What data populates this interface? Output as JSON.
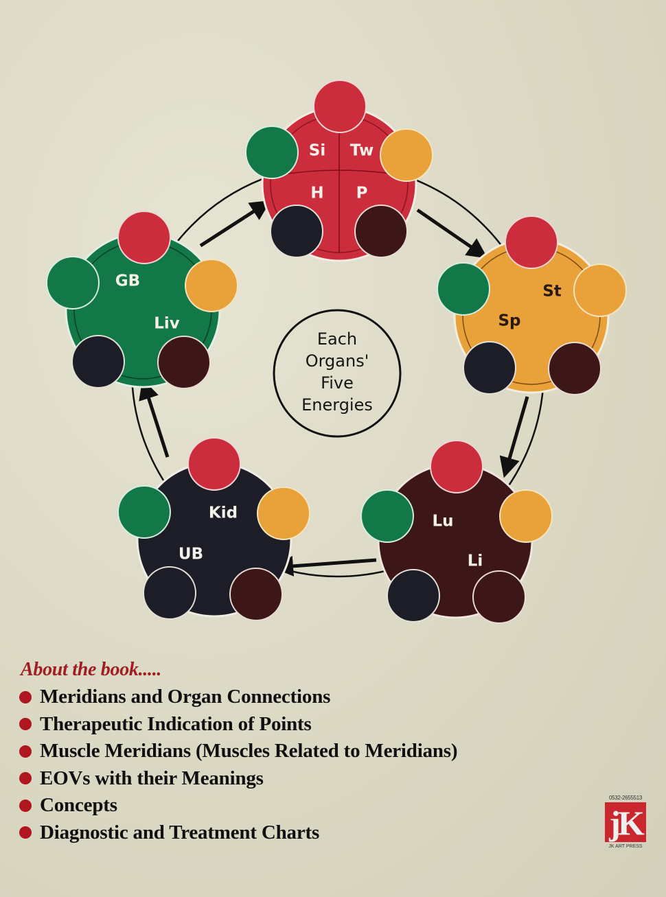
{
  "colors": {
    "background": "#dedcc8",
    "fire_red": "#cc2d3c",
    "earth_orange": "#e9a23a",
    "wood_green": "#137847",
    "water_black": "#1c1d26",
    "metal_maroon": "#3d1718",
    "accent_red_text": "#a11d24"
  },
  "diagram": {
    "center": {
      "lines": [
        "Each",
        "Organs'",
        "Five",
        "Energies"
      ]
    },
    "energy_dot_order": [
      "fire-red",
      "earth-orange",
      "metal-maroon",
      "water-black",
      "wood-green"
    ],
    "organs": [
      {
        "element": "fire",
        "color": "#cc2d3c",
        "labels": [
          "Si",
          "Tw",
          "H",
          "P"
        ]
      },
      {
        "element": "earth",
        "color": "#e9a23a",
        "labels": [
          "St",
          "Sp"
        ]
      },
      {
        "element": "metal",
        "color": "#3d1718",
        "labels": [
          "Lu",
          "Li"
        ]
      },
      {
        "element": "water",
        "color": "#1c1d26",
        "labels": [
          "Kid",
          "UB"
        ]
      },
      {
        "element": "wood",
        "color": "#137847",
        "labels": [
          "GB",
          "Liv"
        ]
      }
    ]
  },
  "about": {
    "title": "About the book.....",
    "items": [
      "Meridians and Organ Connections",
      "Therapeutic Indication of Points",
      "Muscle Meridians (Muscles Related to Meridians)",
      "EOVs with their Meanings",
      "Concepts",
      "Diagnostic and Treatment Charts"
    ]
  },
  "publisher": {
    "phone": "0532-2655513",
    "logo_letters": "jK",
    "name": "JK ART PRESS"
  }
}
